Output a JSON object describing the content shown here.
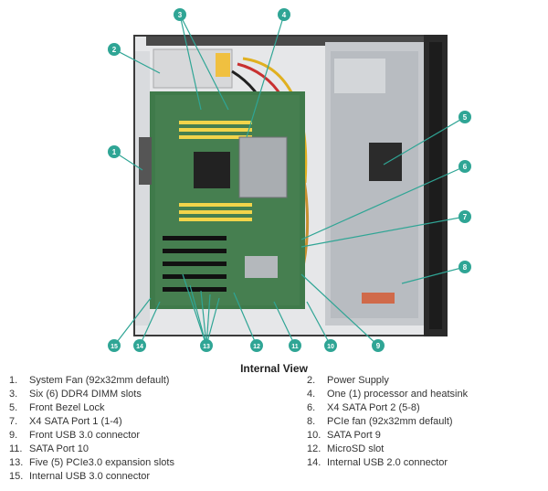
{
  "figure": {
    "callouts": [
      "1",
      "2",
      "3",
      "4",
      "5",
      "6",
      "7",
      "8",
      "9",
      "10",
      "11",
      "12",
      "13",
      "14",
      "15"
    ],
    "colors": {
      "callout": "#2fa595",
      "callout_text": "#ffffff",
      "leader": "#2fa595",
      "chassis_dark": "#2a2a2a",
      "chassis_side": "#c9ccd0",
      "board": "#3f7a4a"
    }
  },
  "caption": "Internal View",
  "legend": [
    {
      "num": "1.",
      "text": "System Fan (92x32mm default)"
    },
    {
      "num": "2.",
      "text": "Power Supply"
    },
    {
      "num": "3.",
      "text": "Six (6) DDR4 DIMM slots"
    },
    {
      "num": "4.",
      "text": "One (1) processor and heatsink"
    },
    {
      "num": "5.",
      "text": "Front Bezel Lock"
    },
    {
      "num": "6.",
      "text": "X4 SATA Port 2 (5-8)"
    },
    {
      "num": "7.",
      "text": "X4 SATA Port 1 (1-4)"
    },
    {
      "num": "8.",
      "text": "PCIe fan (92x32mm default)"
    },
    {
      "num": "9.",
      "text": "Front USB 3.0 connector"
    },
    {
      "num": "10.",
      "text": "SATA Port 9"
    },
    {
      "num": "11.",
      "text": "SATA Port 10"
    },
    {
      "num": "12.",
      "text": "MicroSD slot"
    },
    {
      "num": "13.",
      "text": "Five (5) PCIe3.0 expansion slots"
    },
    {
      "num": "14.",
      "text": "Internal USB 2.0 connector"
    },
    {
      "num": "15.",
      "text": "Internal USB 3.0 connector"
    }
  ]
}
